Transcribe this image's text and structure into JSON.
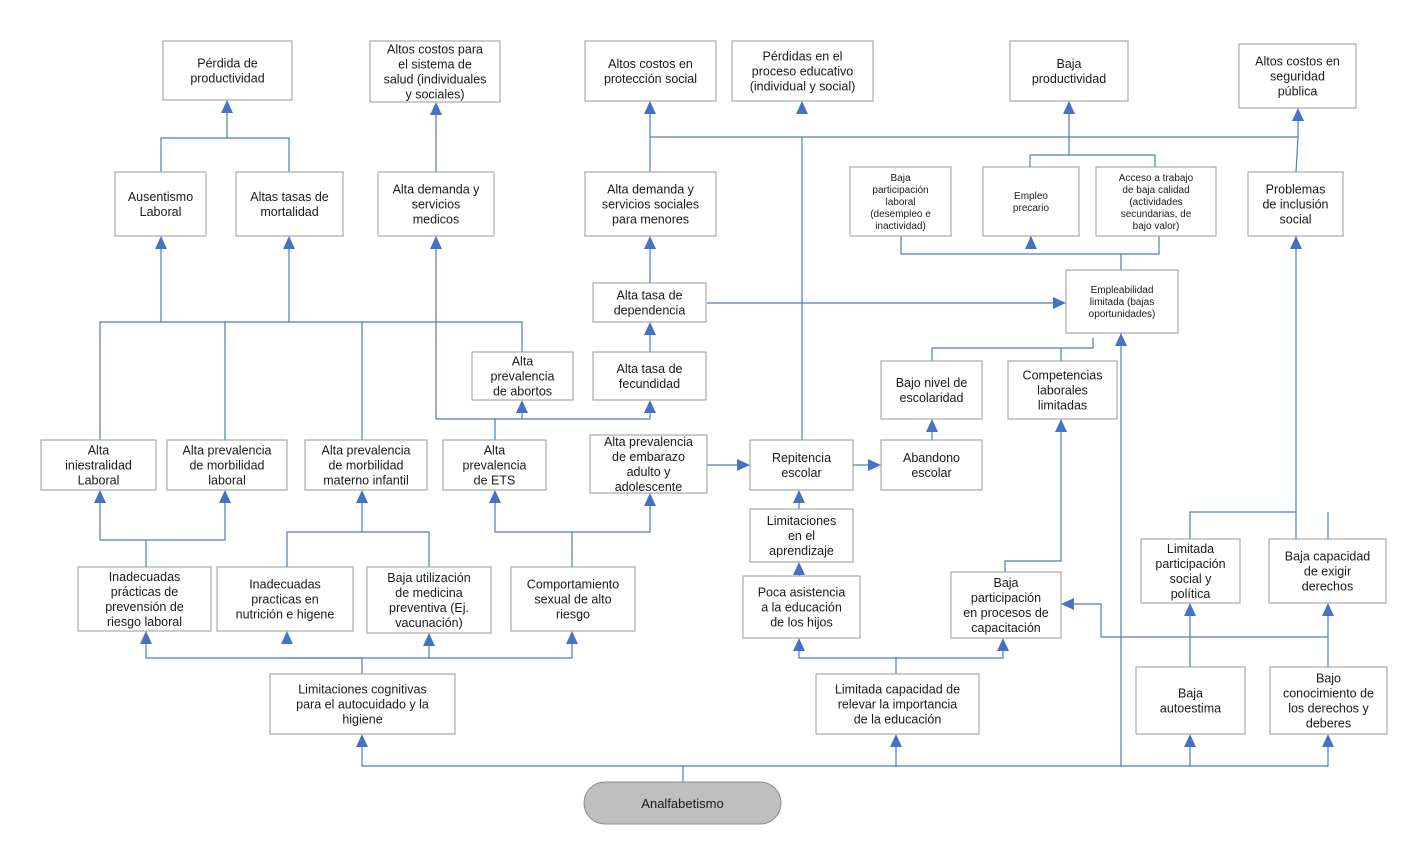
{
  "root": "Analfabetismo",
  "nodes": [
    {
      "id": "perdida_productividad",
      "lines": [
        "Pérdida de",
        "productividad"
      ]
    },
    {
      "id": "altos_costos_salud",
      "lines": [
        "Altos costos para",
        "el sistema de",
        "salud (individuales",
        "y sociales)"
      ]
    },
    {
      "id": "altos_costos_proteccion",
      "lines": [
        "Altos costos en",
        "protección social"
      ]
    },
    {
      "id": "perdidas_educativo",
      "lines": [
        "Pérdidas en el",
        "proceso educativo",
        "(individual y social)"
      ]
    },
    {
      "id": "baja_productividad",
      "lines": [
        "Baja",
        "productividad"
      ]
    },
    {
      "id": "altos_costos_seguridad",
      "lines": [
        "Altos costos en",
        "seguridad",
        "pública"
      ]
    },
    {
      "id": "ausentismo",
      "lines": [
        "Ausentismo",
        "Laboral"
      ]
    },
    {
      "id": "altas_tasas_mortalidad",
      "lines": [
        "Altas tasas de",
        "mortalidad"
      ]
    },
    {
      "id": "alta_demanda_medicos",
      "lines": [
        "Alta demanda y",
        "servicios",
        "medicos"
      ]
    },
    {
      "id": "alta_demanda_menores",
      "lines": [
        "Alta demanda y",
        "servicios sociales",
        "para menores"
      ]
    },
    {
      "id": "baja_participacion",
      "lines": [
        "Baja",
        "participación",
        "laboral",
        "(desempleo e",
        "inactividad)"
      ]
    },
    {
      "id": "empleo_precario",
      "lines": [
        "Empleo",
        "precario"
      ]
    },
    {
      "id": "acceso_trabajo",
      "lines": [
        "Acceso a trabajo",
        "de baja calidad",
        "(actividades",
        "secundarias, de",
        "bajo valor)"
      ]
    },
    {
      "id": "problemas_inclusion",
      "lines": [
        "Problemas",
        "de inclusión",
        "social"
      ]
    },
    {
      "id": "alta_tasa_dependencia",
      "lines": [
        "Alta tasa  de",
        "dependencia"
      ]
    },
    {
      "id": "empleabilidad",
      "lines": [
        "Empleabilidad",
        "limitada (bajas",
        "oportunidades)"
      ]
    },
    {
      "id": "alta_prev_abortos",
      "lines": [
        "Alta",
        "prevalencia",
        "de abortos"
      ]
    },
    {
      "id": "alta_tasa_fecundidad",
      "lines": [
        "Alta tasa  de",
        "fecundidad"
      ]
    },
    {
      "id": "bajo_nivel_escolaridad",
      "lines": [
        "Bajo nivel de",
        "escolaridad"
      ]
    },
    {
      "id": "competencias_limitadas",
      "lines": [
        "Competencias",
        "laborales",
        "limitadas"
      ]
    },
    {
      "id": "alta_inestralidad",
      "lines": [
        "Alta",
        "iniestralidad",
        "Laboral"
      ]
    },
    {
      "id": "alta_prev_morbilidad_laboral",
      "lines": [
        "Alta prevalencia",
        "de morbilidad",
        "laboral"
      ]
    },
    {
      "id": "alta_prev_morbilidad_materno",
      "lines": [
        "Alta prevalencia",
        "de morbilidad",
        "materno infantil"
      ]
    },
    {
      "id": "alta_prev_ets",
      "lines": [
        "Alta",
        "prevalencia",
        "de ETS"
      ]
    },
    {
      "id": "alta_prev_embarazo",
      "lines": [
        "Alta prevalencia",
        "de embarazo",
        "adulto y",
        "adolescente"
      ]
    },
    {
      "id": "repitencia",
      "lines": [
        "Repitencia",
        "escolar"
      ]
    },
    {
      "id": "abandono",
      "lines": [
        "Abandono",
        "escolar"
      ]
    },
    {
      "id": "limitaciones_aprendizaje",
      "lines": [
        "Limitaciones",
        "en el",
        "aprendizaje"
      ]
    },
    {
      "id": "inadecuadas_riesgo",
      "lines": [
        "Inadecuadas",
        "prácticas de",
        "prevensión de",
        "riesgo laboral"
      ]
    },
    {
      "id": "inadecuadas_nutricion",
      "lines": [
        "Inadecuadas",
        "practicas en",
        "nutrición e higene"
      ]
    },
    {
      "id": "baja_utilizacion",
      "lines": [
        "Baja utilización",
        "de medicina",
        "preventiva (Ej.",
        "vacunación)"
      ]
    },
    {
      "id": "comportamiento_sexual",
      "lines": [
        "Comportamiento",
        "sexual de alto",
        "riesgo"
      ]
    },
    {
      "id": "poca_asistencia",
      "lines": [
        "Poca asistencia",
        "a la educación",
        "de los hijos"
      ]
    },
    {
      "id": "baja_participacion_capacitacion",
      "lines": [
        "Baja",
        "participación",
        "en procesos de",
        "capacitación"
      ]
    },
    {
      "id": "limitada_participacion_social",
      "lines": [
        "Limitada",
        "participación",
        "social y",
        "política"
      ]
    },
    {
      "id": "baja_capacidad_derechos",
      "lines": [
        "Baja capacidad",
        "de exigir",
        "derechos"
      ]
    },
    {
      "id": "limitaciones_cognitivas",
      "lines": [
        "Limitaciones cognitivas",
        "para el autocuidado y la",
        "higiene"
      ]
    },
    {
      "id": "limitada_capacidad_educacion",
      "lines": [
        "Limitada capacidad de",
        "relevar la importancia",
        "de la educación"
      ]
    },
    {
      "id": "baja_autoestima",
      "lines": [
        "Baja",
        "autoestima"
      ]
    },
    {
      "id": "bajo_conocimiento",
      "lines": [
        "Bajo",
        "conocimiento de",
        "los derechos y",
        "deberes"
      ]
    }
  ]
}
